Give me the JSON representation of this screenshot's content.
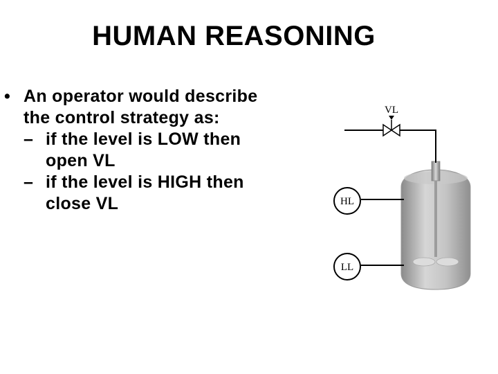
{
  "slide": {
    "title": "HUMAN REASONING",
    "bullet": {
      "marker": "•",
      "text_line1": "An operator would describe",
      "text_line2": "the control strategy as:",
      "subitems": [
        {
          "marker": "–",
          "line1": "if the level is LOW then",
          "line2": "open VL"
        },
        {
          "marker": "–",
          "line1": "if the level is HIGH then",
          "line2": "close VL"
        }
      ]
    }
  },
  "diagram": {
    "valve_label": "VL",
    "high_level_label": "HL",
    "low_level_label": "LL",
    "tank_color": "#bdbdbd",
    "line_color": "#000000"
  }
}
